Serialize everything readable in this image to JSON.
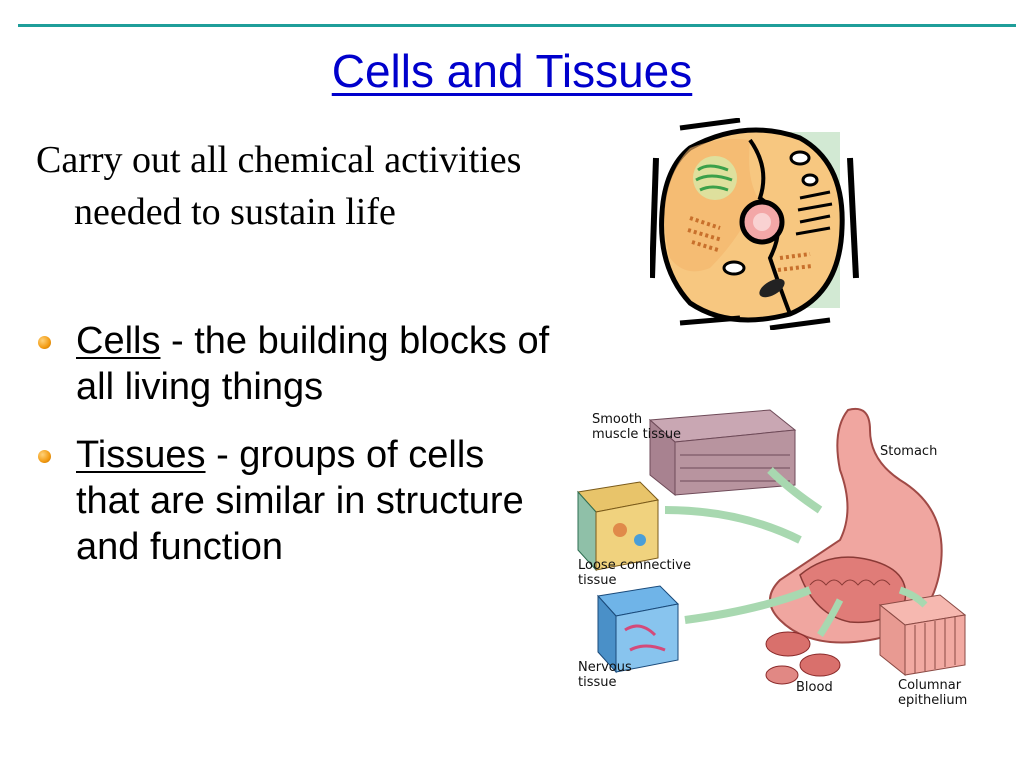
{
  "slide": {
    "title": "Cells and Tissues",
    "intro": "Carry out all chemical activities needed to sustain life",
    "bullets": [
      {
        "term": "Cells",
        "rest": " - the building blocks of all living things"
      },
      {
        "term": "Tissues",
        "rest": " - groups of cells that are similar in structure and function"
      }
    ]
  },
  "illustration": {
    "cell_icon": "animal-cell-icon",
    "labels": {
      "smooth_muscle_1": "Smooth",
      "smooth_muscle_2": "muscle tissue",
      "stomach": "Stomach",
      "loose_connective_1": "Loose connective",
      "loose_connective_2": "tissue",
      "nervous_1": "Nervous",
      "nervous_2": "tissue",
      "blood": "Blood",
      "columnar_1": "Columnar",
      "columnar_2": "epithelium"
    }
  },
  "colors": {
    "accent_rule": "#1f9e9a",
    "title": "#0000cc",
    "bullet": "#f29a11"
  }
}
